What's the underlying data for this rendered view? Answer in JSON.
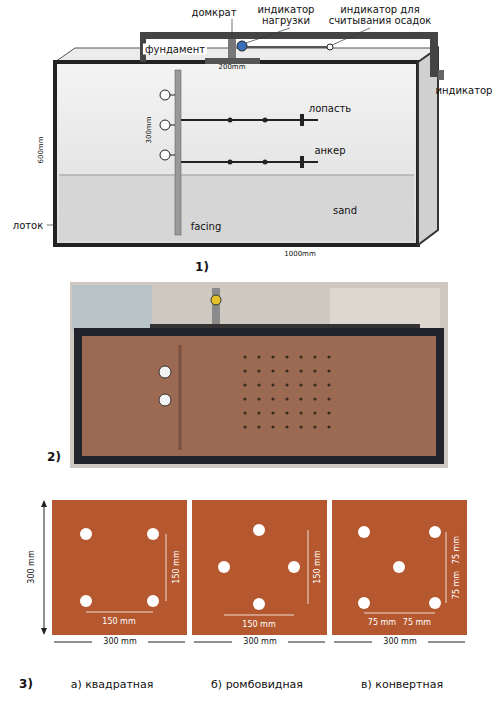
{
  "diagram": {
    "nodes": [
      {
        "text": [
          "150 mm",
          "150 mm"
        ]
      },
      {
        "text": [
          "150 mm",
          "150 mm"
        ]
      },
      {
        "text": [
          "75 mm",
          "75 mm",
          "75 mm",
          "75 mm"
        ]
      }
    ],
    "labels": [
      "домкрат",
      "индикатор нагрузки",
      "индикатор для считывания осадок",
      "фундамент",
      "индикатор",
      "лопасть",
      "анкер",
      "facing",
      "sand",
      "лоток",
      "200mm",
      "300mm",
      "600mm",
      "1000mm",
      "1)",
      "2)",
      "300 mm",
      "300 mm",
      "300 mm",
      "300 mm",
      "3)",
      "а) квадратная",
      "б) ромбовидная",
      "в) конвертная"
    ]
  }
}
